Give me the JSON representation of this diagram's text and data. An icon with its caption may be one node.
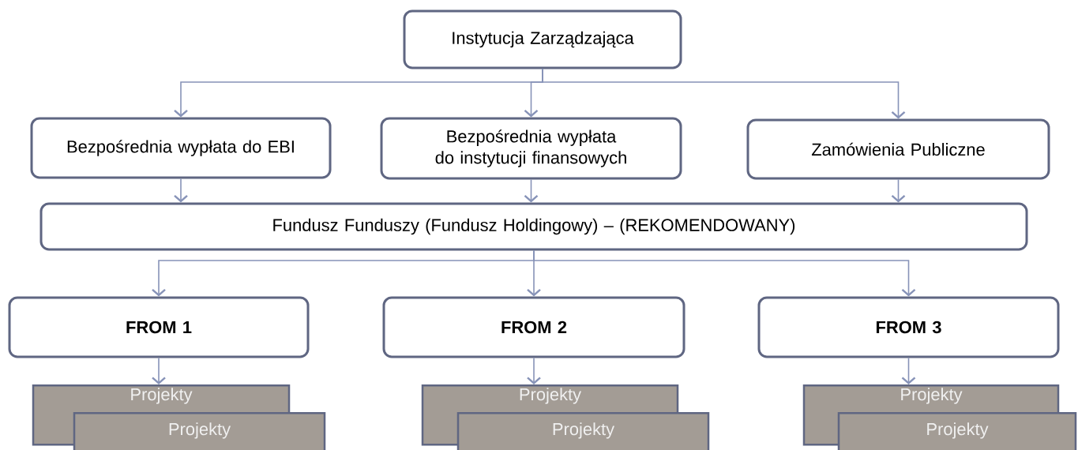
{
  "diagram": {
    "nodes": [
      {
        "text": [
          "Instytucja Zarządzająca"
        ]
      },
      {
        "text": [
          "Bezpośrednia wypłata do EBI"
        ]
      },
      {
        "text": [
          "Bezpośrednia wypłata do instytucji finansowych"
        ]
      },
      {
        "text": [
          "Zamówienia Publiczne"
        ]
      },
      {
        "text": [
          "Fundusz Funduszy (Fundusz Holdingowy) – (REKOMENDOWANY)"
        ]
      },
      {
        "text": [
          "FROM 1"
        ]
      },
      {
        "text": [
          "FROM 2"
        ]
      },
      {
        "text": [
          "FROM 3"
        ]
      },
      {
        "text": [
          "Projekty"
        ]
      },
      {
        "text": [
          "Projekty"
        ]
      },
      {
        "text": [
          "Projekty"
        ]
      },
      {
        "text": [
          "Projekty"
        ]
      },
      {
        "text": [
          "Projekty"
        ]
      },
      {
        "text": [
          "Projekty"
        ]
      }
    ],
    "edges": [
      {
        "from": 0,
        "to": 1,
        "arrow": "to"
      },
      {
        "from": 0,
        "to": 2,
        "arrow": "to"
      },
      {
        "from": 0,
        "to": 3,
        "arrow": "to"
      },
      {
        "from": 1,
        "to": 4,
        "arrow": "to"
      },
      {
        "from": 2,
        "to": 4,
        "arrow": "to"
      },
      {
        "from": 3,
        "to": 4,
        "arrow": "to"
      },
      {
        "from": 4,
        "to": 5,
        "arrow": "to"
      },
      {
        "from": 4,
        "to": 6,
        "arrow": "to"
      },
      {
        "from": 4,
        "to": 7,
        "arrow": "to"
      },
      {
        "from": 5,
        "to": 8,
        "arrow": "to"
      },
      {
        "from": 6,
        "to": 10,
        "arrow": "to"
      },
      {
        "from": 7,
        "to": 12,
        "arrow": "to"
      }
    ]
  }
}
